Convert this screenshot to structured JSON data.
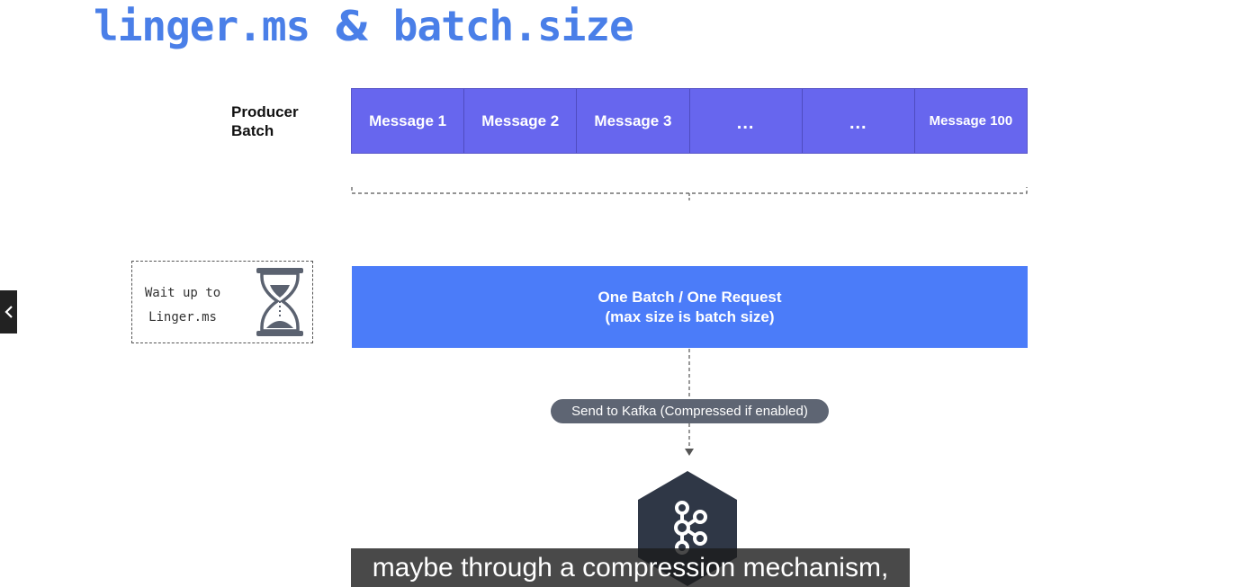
{
  "slide": {
    "title_part1": "linger.ms",
    "title_amp": "&",
    "title_part2": "batch.size",
    "producer_label_line1": "Producer",
    "producer_label_line2": "Batch",
    "messages": [
      "Message 1",
      "Message 2",
      "Message 3",
      "...",
      "...",
      "Message 100"
    ],
    "wait_line1": "Wait up to",
    "wait_line2": "Linger.ms",
    "request_line1": "One Batch / One Request",
    "request_line2": "(max size is batch size)",
    "send_label": "Send to Kafka (Compressed if enabled)"
  },
  "caption": {
    "text": "maybe through a compression mechanism,"
  },
  "icons": {
    "hourglass": "hourglass-icon",
    "kafka": "kafka-logo-icon",
    "prev": "chevron-left-icon"
  },
  "colors": {
    "title": "#4a7fe8",
    "message_cells": "#6766ee",
    "request_box": "#4b7cf9",
    "pill": "#5e6573",
    "hexagon": "#2f3746"
  }
}
